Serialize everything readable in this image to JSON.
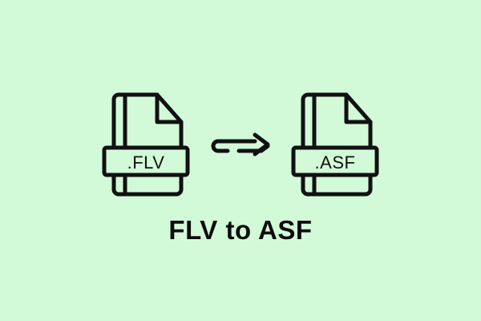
{
  "background_color": "#d2fad8",
  "source_file": {
    "icon": "file-document-icon",
    "extension_label": ".FLV"
  },
  "target_file": {
    "icon": "file-document-icon",
    "extension_label": ".ASF"
  },
  "arrow": {
    "icon": "arrow-right-icon"
  },
  "title": "FLV to ASF"
}
